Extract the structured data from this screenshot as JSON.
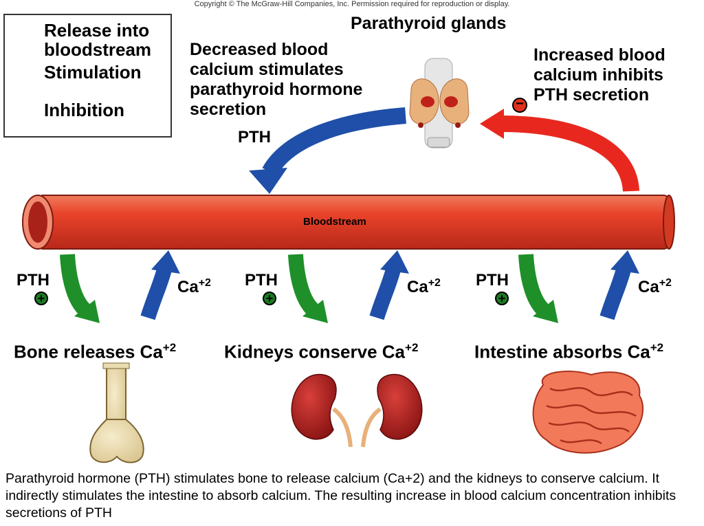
{
  "copyright": "Copyright © The McGraw-Hill Companies, Inc. Permission required for reproduction or display.",
  "legend": {
    "items": [
      {
        "label_line1": "Release into",
        "label_line2": "bloodstream",
        "color": "#1f4fa8"
      },
      {
        "label_line1": "Stimulation",
        "label_line2": "",
        "color": "#1f8f2a"
      },
      {
        "label_line1": "Inhibition",
        "label_line2": "",
        "color": "#e8281e"
      }
    ]
  },
  "glands": {
    "title": "Parathyroid glands"
  },
  "decreased_text": [
    "Decreased blood",
    "calcium stimulates",
    "parathyroid hormone",
    "secretion"
  ],
  "increased_text": [
    "Increased blood",
    "calcium inhibits",
    "PTH secretion"
  ],
  "pth_top": "PTH",
  "bloodstream": "Bloodstream",
  "organs": [
    {
      "pth": "PTH",
      "ca": "Ca",
      "ca_sup": "+2",
      "label": "Bone releases Ca",
      "label_sup": "+2"
    },
    {
      "pth": "PTH",
      "ca": "Ca",
      "ca_sup": "+2",
      "label": "Kidneys conserve Ca",
      "label_sup": "+2"
    },
    {
      "pth": "PTH",
      "ca": "Ca",
      "ca_sup": "+2",
      "label": "Intestine absorbs Ca",
      "label_sup": "+2"
    }
  ],
  "badges": {
    "plus": "+",
    "minus": "−"
  },
  "caption": "Parathyroid hormone (PTH) stimulates bone to release calcium (Ca+2) and the kidneys to conserve calcium. It indirectly stimulates the intestine to absorb calcium. The resulting increase in blood calcium concentration inhibits secretions of PTH",
  "colors": {
    "release": "#1f4fa8",
    "stimulation": "#1f8f2a",
    "inhibition": "#e8281e",
    "vessel": "#e34a2c"
  }
}
